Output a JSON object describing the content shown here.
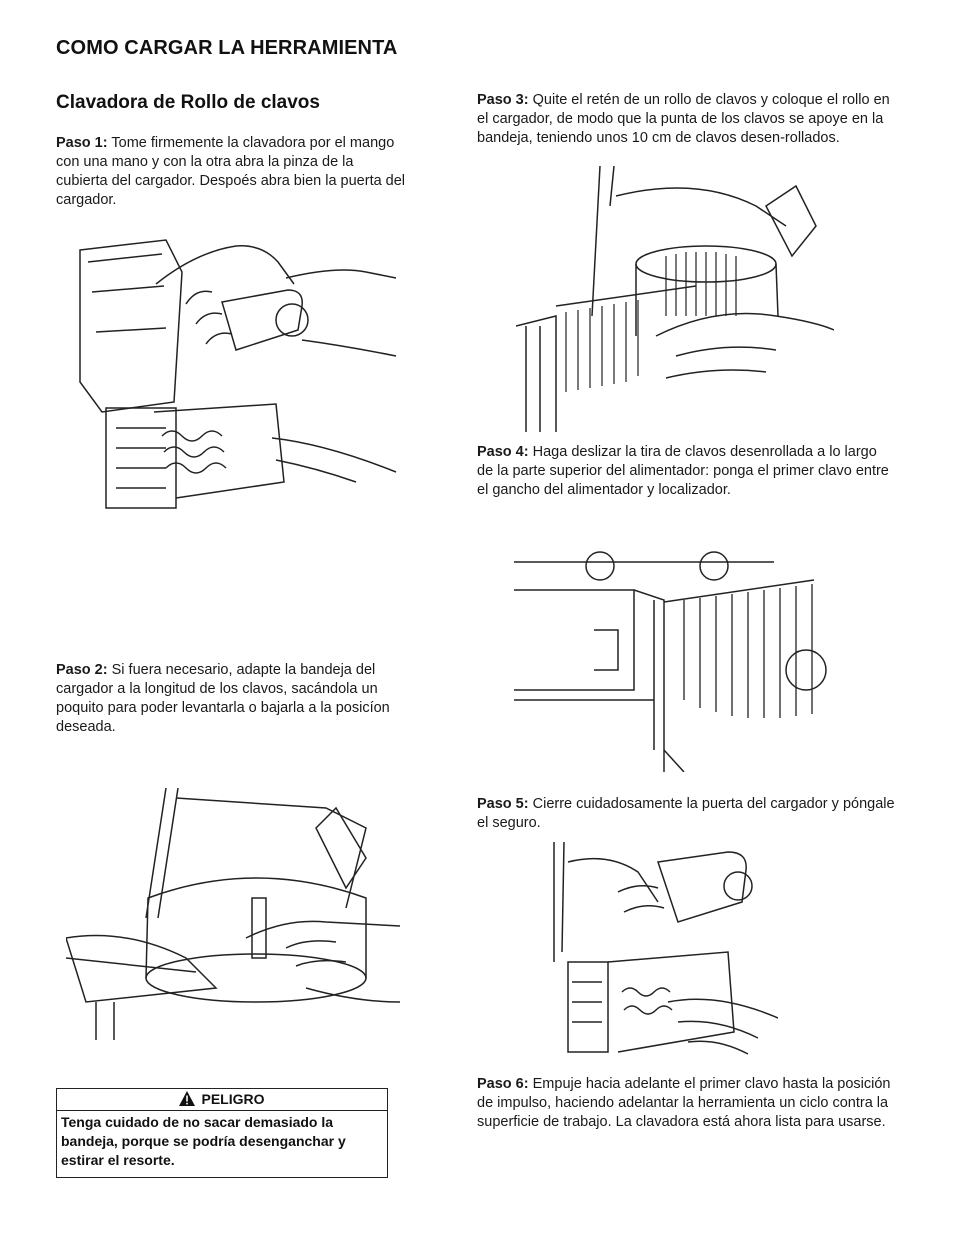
{
  "heading": {
    "title": "COMO CARGAR LA HERRAMIENTA",
    "subtitle": "Clavadora de Rollo de clavos"
  },
  "steps": [
    {
      "label": "Paso 1:",
      "text": "Tome firmemente la clavadora por el mango con una mano y con la otra abra la pinza de la cubierta del cargador. Despoés abra bien la puerta del cargador."
    },
    {
      "label": "Paso 2:",
      "text": "Si fuera necesario, adapte la bandeja del cargador a la longitud de los clavos, sacándola un poquito para poder levantarla o bajarla a la posicíon deseada."
    },
    {
      "label": "Paso 3:",
      "text": "Quite el retén de un rollo de clavos y coloque el rollo en el cargador, de modo que la punta de los clavos se apoye en la bandeja, teniendo unos 10 cm de clavos desen-rollados."
    },
    {
      "label": "Paso 4:",
      "text": "Haga deslizar la tira de clavos desenrollada a lo largo de la parte superior del alimentador: ponga el primer clavo entre el gancho del alimentador y localizador."
    },
    {
      "label": "Paso 5:",
      "text": "Cierre cuidadosamente la puerta del cargador y póngale el seguro."
    },
    {
      "label": "Paso 6:",
      "text": "Empuje hacia adelante el primer clavo hasta la posición de impulso, haciendo adelantar la herramienta un ciclo contra la superficie de trabajo. La clavadora está ahora lista para usarse."
    }
  ],
  "warning": {
    "label": "PELIGRO",
    "text": "Tenga cuidado de no sacar demasiado la bandeja, porque se podría desenganchar y estirar el resorte."
  },
  "icons": {
    "warning": "warning-triangle-icon"
  }
}
